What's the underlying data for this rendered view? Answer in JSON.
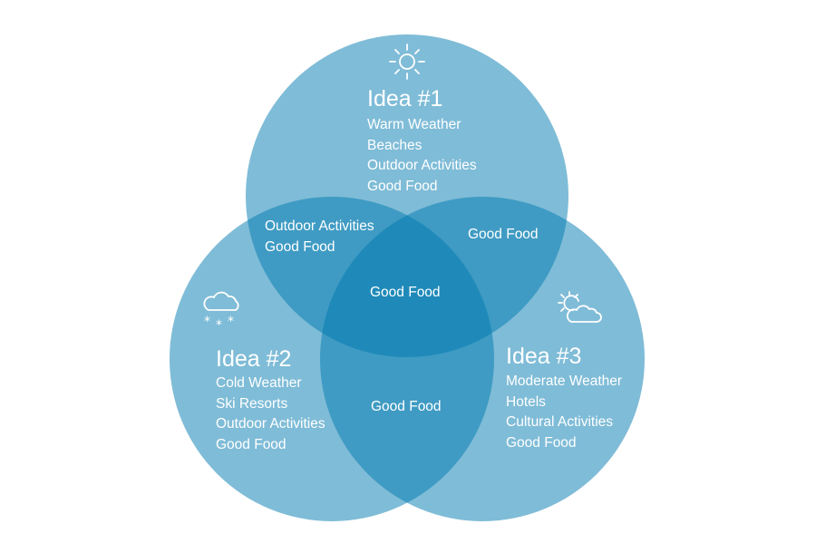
{
  "ideas": [
    {
      "title": "Idea #1",
      "icon": "sun-icon",
      "items": [
        "Warm Weather",
        "Beaches",
        "Outdoor Activities",
        "Good Food"
      ]
    },
    {
      "title": "Idea #2",
      "icon": "snow-cloud-icon",
      "items": [
        "Cold Weather",
        "Ski Resorts",
        "Outdoor Activities",
        "Good Food"
      ]
    },
    {
      "title": "Idea #3",
      "icon": "partly-cloudy-icon",
      "items": [
        "Moderate Weather",
        "Hotels",
        "Cultural Activities",
        "Good Food"
      ]
    }
  ],
  "overlaps": {
    "idea1_idea2": [
      "Outdoor Activities",
      "Good Food"
    ],
    "idea1_idea3": [
      "Good Food"
    ],
    "idea2_idea3": [
      "Good Food"
    ],
    "all": [
      "Good Food"
    ]
  },
  "colors": {
    "circle_fill": "#0079af",
    "single": "#7fbcd7",
    "double": "#3f9cc5",
    "triple": "#1f87b5"
  }
}
